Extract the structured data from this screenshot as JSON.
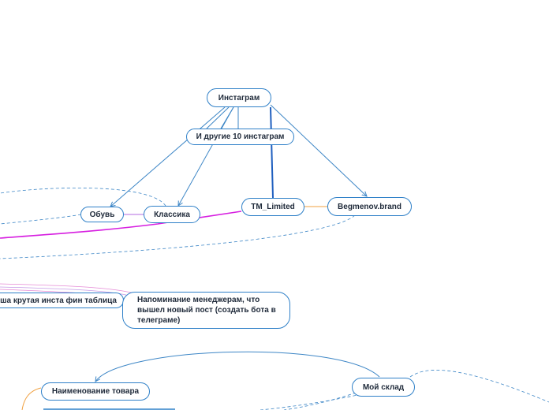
{
  "mindmap": {
    "root": "Инстаграм",
    "nodes": {
      "others": "И другие 10 инстаграм",
      "shoes": "Обувь",
      "classic": "Классика",
      "tm_limited": "TM_Limited",
      "begmenov": "Begmenov.brand",
      "fin_table": "ша крутая инста фин таблица",
      "reminder": "Напоминание менеджерам, что вышел новый пост (создать бота в телеграме)",
      "warehouse": "Мой склад",
      "product_name": "Наименование товара"
    },
    "colors": {
      "node_border": "#2f80c8",
      "link_blue": "#3d86c6",
      "link_dark": "#1f5fbf",
      "link_magenta": "#d61ee0",
      "link_violet": "#b36be0",
      "link_orange": "#f0a040",
      "link_pink": "#e58ad6"
    }
  }
}
